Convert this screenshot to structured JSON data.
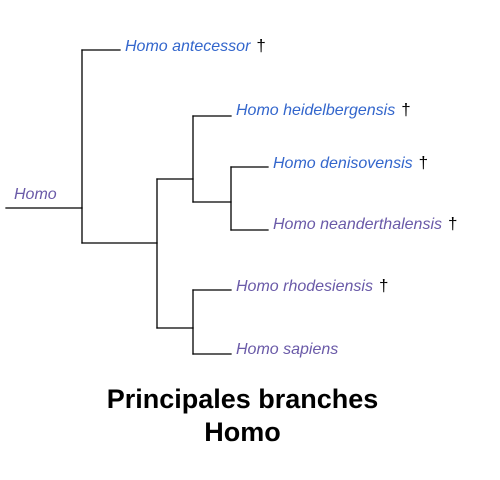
{
  "colors": {
    "line": "#000000",
    "blue": "#3366cc",
    "violet": "#6a5aa8",
    "dagger": "#000000"
  },
  "tree": {
    "root": {
      "label": "Homo",
      "color": "violet"
    },
    "taxa": [
      {
        "id": "antecessor",
        "label": "Homo antecessor",
        "extinct": true,
        "color": "blue"
      },
      {
        "id": "heidelbergensis",
        "label": "Homo heidelbergensis",
        "extinct": true,
        "color": "blue"
      },
      {
        "id": "denisovensis",
        "label": "Homo denisovensis",
        "extinct": true,
        "color": "blue"
      },
      {
        "id": "neanderthalensis",
        "label": "Homo neanderthalensis",
        "extinct": true,
        "color": "violet"
      },
      {
        "id": "rhodesiensis",
        "label": "Homo rhodesiensis",
        "extinct": true,
        "color": "violet"
      },
      {
        "id": "sapiens",
        "label": "Homo sapiens",
        "extinct": false,
        "color": "violet"
      }
    ],
    "extinct_mark": "†"
  },
  "caption": {
    "line1": "Principales branches",
    "line2": "Homo"
  }
}
